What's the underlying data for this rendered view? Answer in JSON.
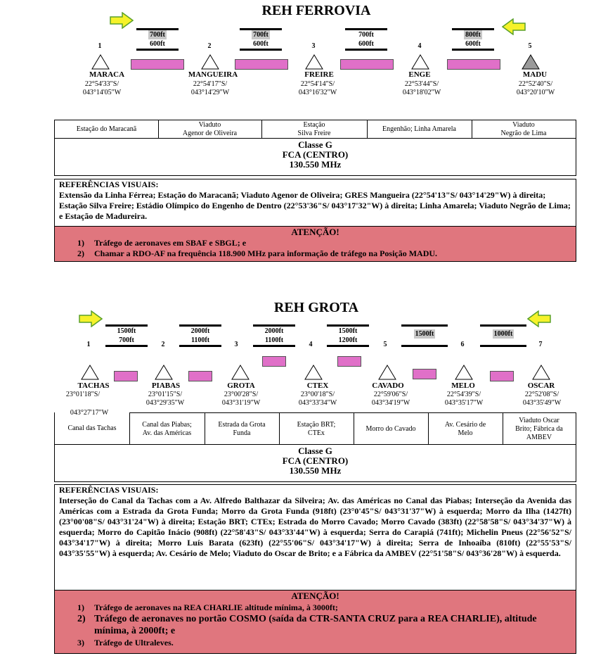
{
  "colors": {
    "pink_segment": "#e070c8",
    "attention_bg": "#e0767e",
    "arrow_yellow": "#f6f22a",
    "arrow_green": "#5aa02a",
    "alt_highlight": "#c8c8c8"
  },
  "section1": {
    "title": "REH FERROVIA",
    "altitudes": [
      {
        "top": "700ft",
        "bottom": "600ft"
      },
      {
        "top": "700ft",
        "bottom": "600ft"
      },
      {
        "top": "700ft",
        "bottom": "600ft"
      },
      {
        "top": "800ft",
        "bottom": "600ft"
      }
    ],
    "points": [
      {
        "num": "1",
        "name": "MARACA",
        "lat": "22°54'33\"S/",
        "lon": "043°14'05\"W"
      },
      {
        "num": "2",
        "name": "MANGUEIRA",
        "lat": "22°54'17\"S/",
        "lon": "043°14'29\"W"
      },
      {
        "num": "3",
        "name": "FREIRE",
        "lat": "22°54'14\"S/",
        "lon": "043°16'32\"W"
      },
      {
        "num": "4",
        "name": "ENGE",
        "lat": "22°53'44\"S/",
        "lon": "043°18'02\"W"
      },
      {
        "num": "5",
        "name": "MADU",
        "lat": "22°52'40\"S/",
        "lon": "043°20'10\"W"
      }
    ],
    "landmarks": [
      "Estação do Maracanã",
      "Viaduto\nAgenor de Oliveira",
      "Estação\nSilva Freire",
      "Engenhão; Linha Amarela",
      "Viaduto\nNegrão de Lima"
    ],
    "classe": "Classe G",
    "fca": "FCA (CENTRO)",
    "freq": "130.550 MHz",
    "refs_title": "REFERÊNCIAS VISUAIS:",
    "refs_text": "Extensão da Linha Férrea; Estação do Maracanã; Viaduto Agenor de Oliveira; GRES Mangueira (22°54'13\"S/ 043°14'29\"W) à direita; Estação Silva Freire; Estádio Olímpico do Engenho de Dentro (22°53'36\"S/ 043°17'32\"W) à direita; Linha Amarela; Viaduto Negrão de Lima; e Estação de Madureira.",
    "att_title": "ATENÇÃO!",
    "att_items": [
      {
        "n": "1)",
        "text": "Tráfego de aeronaves em SBAF e SBGL; e"
      },
      {
        "n": "2)",
        "text": "Chamar a RDO-AF na frequência 118.900 MHz para informação de tráfego na Posição MADU."
      }
    ]
  },
  "section2": {
    "title": "REH GROTA",
    "altitudes": [
      {
        "top": "1500ft",
        "bottom": "700ft"
      },
      {
        "top": "2000ft",
        "bottom": "1100ft"
      },
      {
        "top": "2000ft",
        "bottom": "1100ft"
      },
      {
        "top": "1500ft",
        "bottom": "1200ft"
      },
      {
        "top": "1500ft",
        "bottom": ""
      },
      {
        "top": "1000ft",
        "bottom": ""
      }
    ],
    "points": [
      {
        "num": "1",
        "name": "TACHAS",
        "lat": "23°01'18\"S/",
        "lon": "043°27'17\"W"
      },
      {
        "num": "2",
        "name": "PIABAS",
        "lat": "23°01'15\"S/",
        "lon": "043°29'35\"W"
      },
      {
        "num": "3",
        "name": "GROTA",
        "lat": "23°00'28\"S/",
        "lon": "043°31'19\"W"
      },
      {
        "num": "4",
        "name": "CTEX",
        "lat": "23°00'18\"S/",
        "lon": "043°33'34\"W"
      },
      {
        "num": "5",
        "name": "CAVADO",
        "lat": "22°59'06\"S/",
        "lon": "043°34'19\"W"
      },
      {
        "num": "6",
        "name": "MELO",
        "lat": "22°54'39\"S/",
        "lon": "043°35'17\"W"
      },
      {
        "num": "7",
        "name": "OSCAR",
        "lat": "22°52'08\"S/",
        "lon": "043°35'49\"W"
      }
    ],
    "landmarks": [
      "Canal das Tachas",
      "Canal das Piabas;\nAv. das Américas",
      "Estrada da Grota\nFunda",
      "Estação BRT;\nCTEx",
      "Morro do Cavado",
      "Av. Cesário de\nMelo",
      "Viaduto Oscar\nBrito; Fábrica da\nAMBEV"
    ],
    "classe": "Classe G",
    "fca": "FCA (CENTRO)",
    "freq": "130.550 MHz",
    "refs_title": "REFERÊNCIAS VISUAIS:",
    "refs_text": "Interseção do Canal da Tachas com a Av. Alfredo Balthazar da Silveira; Av. das Américas no Canal das Piabas; Interseção da Avenida das Américas com a Estrada da Grota Funda; Morro da Grota Funda (918ft) (23°0'45\"S/ 043°31'37\"W) à esquerda; Morro da Ilha (1427ft) (23°00'08\"S/ 043°31'24\"W) à direita; Estação BRT; CTEx; Estrada do Morro Cavado; Morro Cavado (383ft) (22°58'58\"S/ 043°34'37\"W) à esquerda; Morro do Capitão Inácio (908ft) (22°58'43\"S/ 043°33'44\"W) à esquerda; Serra do Carapiá (741ft); Michelin Pneus (22°56'52\"S/ 043°34'17\"W) à direita; Morro Luís Barata (623ft) (22°55'06\"S/ 043°34'17\"W) à direita; Serra de Inhoaíba (810ft) (22°55'53\"S/ 043°35'55\"W) à esquerda; Av. Cesário de Melo; Viaduto do Oscar de Brito; e a Fábrica da AMBEV (22°51'58\"S/ 043°36'28\"W) à esquerda.",
    "att_title": "ATENÇÃO!",
    "att_items": [
      {
        "n": "1)",
        "text": "Tráfego de aeronaves na REA CHARLIE altitude mínima, à 3000ft;"
      },
      {
        "n": "2)",
        "text": "Tráfego de aeronaves no portão COSMO (saída da CTR-SANTA CRUZ para a REA CHARLIE), altitude mínima, à 2000ft; e"
      },
      {
        "n": "3)",
        "text": "Tráfego de Ultraleves."
      }
    ]
  }
}
